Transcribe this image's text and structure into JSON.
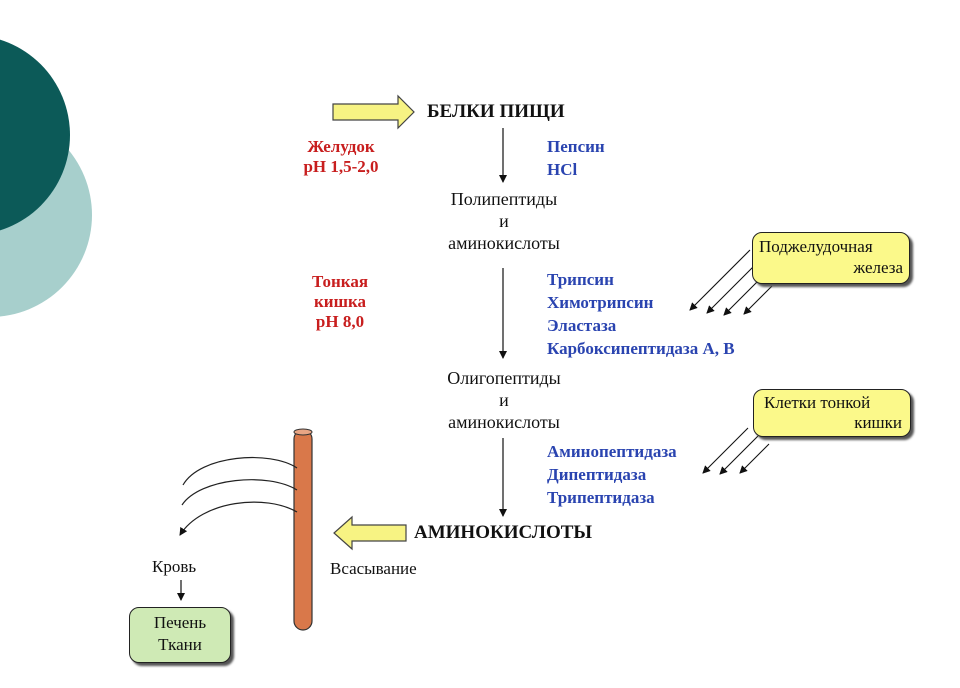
{
  "title": "БЕЛКИ ПИЩИ",
  "stomach": {
    "line1": "Желудок",
    "line2": "pH 1,5-2,0"
  },
  "stomach_enzymes": [
    "Пепсин",
    "HCl"
  ],
  "step1": {
    "line1": "Полипептиды",
    "line2": "и",
    "line3": "аминокислоты"
  },
  "intestine": {
    "line1": "Тонкая",
    "line2": "кишка",
    "line3": "pH 8,0"
  },
  "pancreas": {
    "line1": "Поджелудочная",
    "line2": "железа"
  },
  "pancreas_enzymes": [
    "Трипсин",
    "Химотрипсин",
    "Эластаза",
    "Карбоксипептидаза А, В"
  ],
  "step2": {
    "line1": "Олигопептиды",
    "line2": "и",
    "line3": "аминокислоты"
  },
  "intestinal_cells": {
    "line1": "Клетки тонкой",
    "line2": "кишки"
  },
  "intestinal_enzymes": [
    "Аминопептидаза",
    "Дипептидаза",
    "Трипептидаза"
  ],
  "result": "АМИНОКИСЛОТЫ",
  "absorption": "Всасывание",
  "blood": "Кровь",
  "destination": {
    "line1": "Печень",
    "line2": "Ткани"
  },
  "colors": {
    "teal_dark": "#0c5a58",
    "teal_light": "#a7cfcc",
    "arrow_fill": "#f7f383",
    "tube": "#d9784a",
    "enzyme_blue": "#2a44b0",
    "region_red": "#c81e1e"
  }
}
